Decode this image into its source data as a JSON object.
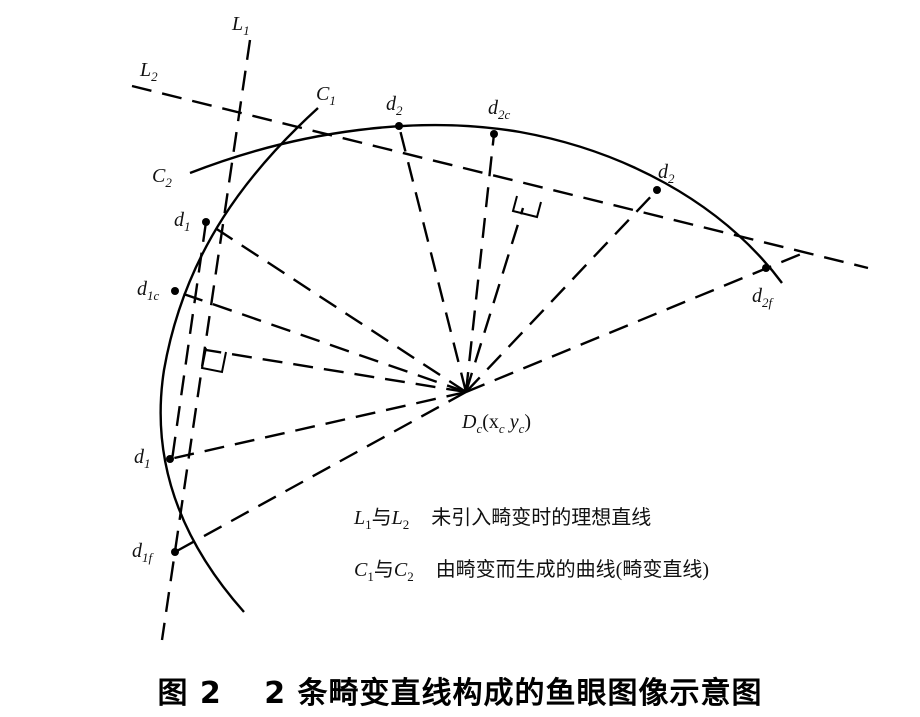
{
  "figure": {
    "caption": "图 2　 2 条畸变直线构成的鱼眼图像示意图",
    "lines": {
      "L1": {
        "label": "L",
        "sub": "1"
      },
      "L2": {
        "label": "L",
        "sub": "2"
      },
      "C1": {
        "label": "C",
        "sub": "1"
      },
      "C2": {
        "label": "C",
        "sub": "2"
      }
    },
    "points": {
      "d2_left": {
        "label": "d",
        "sub": "2"
      },
      "d2c": {
        "label": "d",
        "sub": "2c"
      },
      "d2_right": {
        "label": "d",
        "sub": "2"
      },
      "d2f": {
        "label": "d",
        "sub": "2f"
      },
      "d1_top": {
        "label": "d",
        "sub": "1"
      },
      "d1c": {
        "label": "d",
        "sub": "1c"
      },
      "d1_bottom": {
        "label": "d",
        "sub": "1"
      },
      "d1f": {
        "label": "d",
        "sub": "1f"
      },
      "center": {
        "label": "D",
        "sub": "c",
        "coords": "(x",
        "coords_sub1": "c",
        "coords_mid": "  y",
        "coords_sub2": "c",
        "coords_end": ")"
      }
    },
    "legend": [
      {
        "key_a": "L",
        "key_a_sub": "1",
        "joiner": "与",
        "key_b": "L",
        "key_b_sub": "2",
        "text": "未引入畸变时的理想直线"
      },
      {
        "key_a": "C",
        "key_a_sub": "1",
        "joiner": "与",
        "key_b": "C",
        "key_b_sub": "2",
        "text": "由畸变而生成的曲线(畸变直线)"
      }
    ]
  }
}
